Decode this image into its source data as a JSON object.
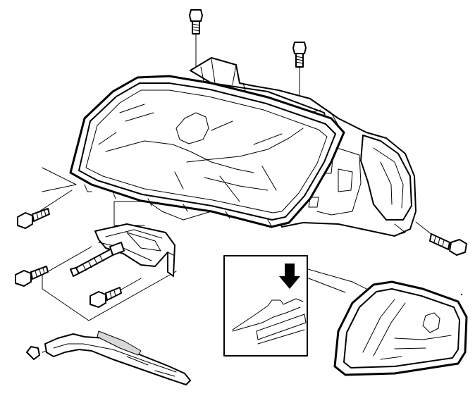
{
  "diagram": {
    "background": "#ffffff",
    "ink": "#000000",
    "shade": "#d8d8d8",
    "parts": [
      "headlamp-assembly",
      "top-bolt",
      "side-bolt",
      "adjuster-bracket",
      "adjuster-screw",
      "washer-wiper-arm",
      "indicator-lamp",
      "clip-detail-inset"
    ]
  }
}
